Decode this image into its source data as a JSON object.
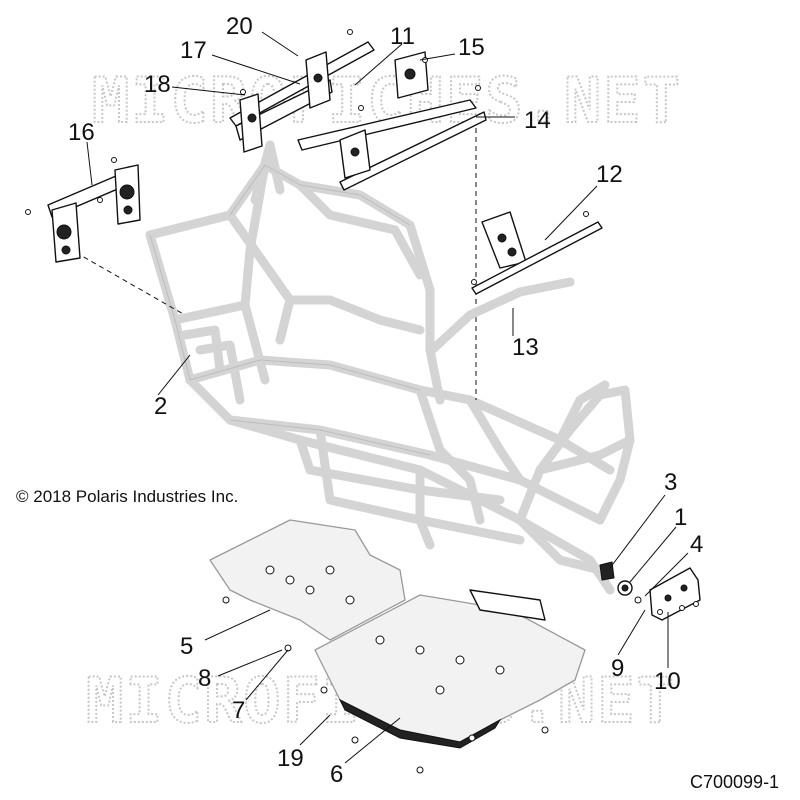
{
  "watermark": "MICROFICHES.NET",
  "copyright": "© 2018 Polaris Industries Inc.",
  "diagram_code": "C700099-1",
  "callouts": {
    "c1": "1",
    "c2": "2",
    "c3": "3",
    "c4": "4",
    "c5": "5",
    "c6": "6",
    "c7": "7",
    "c8": "8",
    "c9": "9",
    "c10": "10",
    "c11": "11",
    "c12": "12",
    "c13": "13",
    "c14": "14",
    "c15": "15",
    "c16": "16",
    "c17": "17",
    "c18": "18",
    "c19": "19",
    "c20": "20"
  }
}
